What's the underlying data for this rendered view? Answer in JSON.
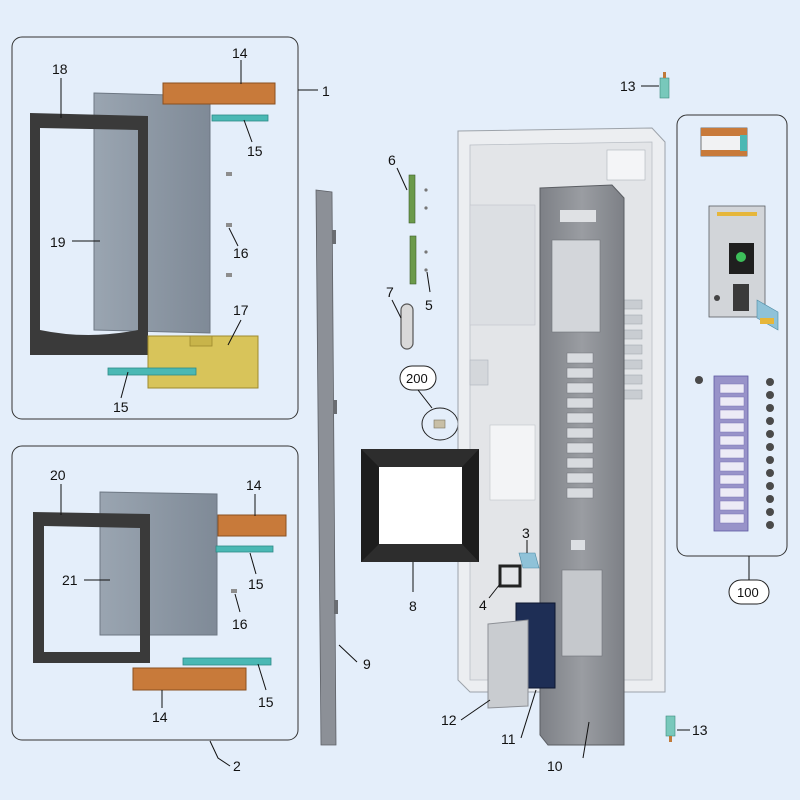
{
  "callouts": {
    "c1": "1",
    "c2": "2",
    "c3": "3",
    "c4": "4",
    "c5": "5",
    "c6": "6",
    "c7": "7",
    "c8": "8",
    "c9": "9",
    "c10": "10",
    "c11": "11",
    "c12": "12",
    "c13a": "13",
    "c13b": "13",
    "c14a": "14",
    "c14b": "14",
    "c14c": "14",
    "c15a": "15",
    "c15b": "15",
    "c15c": "15",
    "c15d": "15",
    "c16a": "16",
    "c16b": "16",
    "c17": "17",
    "c18": "18",
    "c19": "19",
    "c20": "20",
    "c21": "21",
    "c100": "100",
    "c200": "200"
  },
  "colors": {
    "background": "#e4eefa",
    "panel_stroke": "#333333",
    "frame": "#3a3a3a",
    "door_sheet": "#8e99a6",
    "copper_bar": "#c87a3a",
    "teal_bar": "#4ab8b4",
    "yellow_board": "#d8c45a",
    "navy_cover": "#1e2e55",
    "cabinet": "#e9eaec",
    "front_plate": "#8a8d92"
  }
}
